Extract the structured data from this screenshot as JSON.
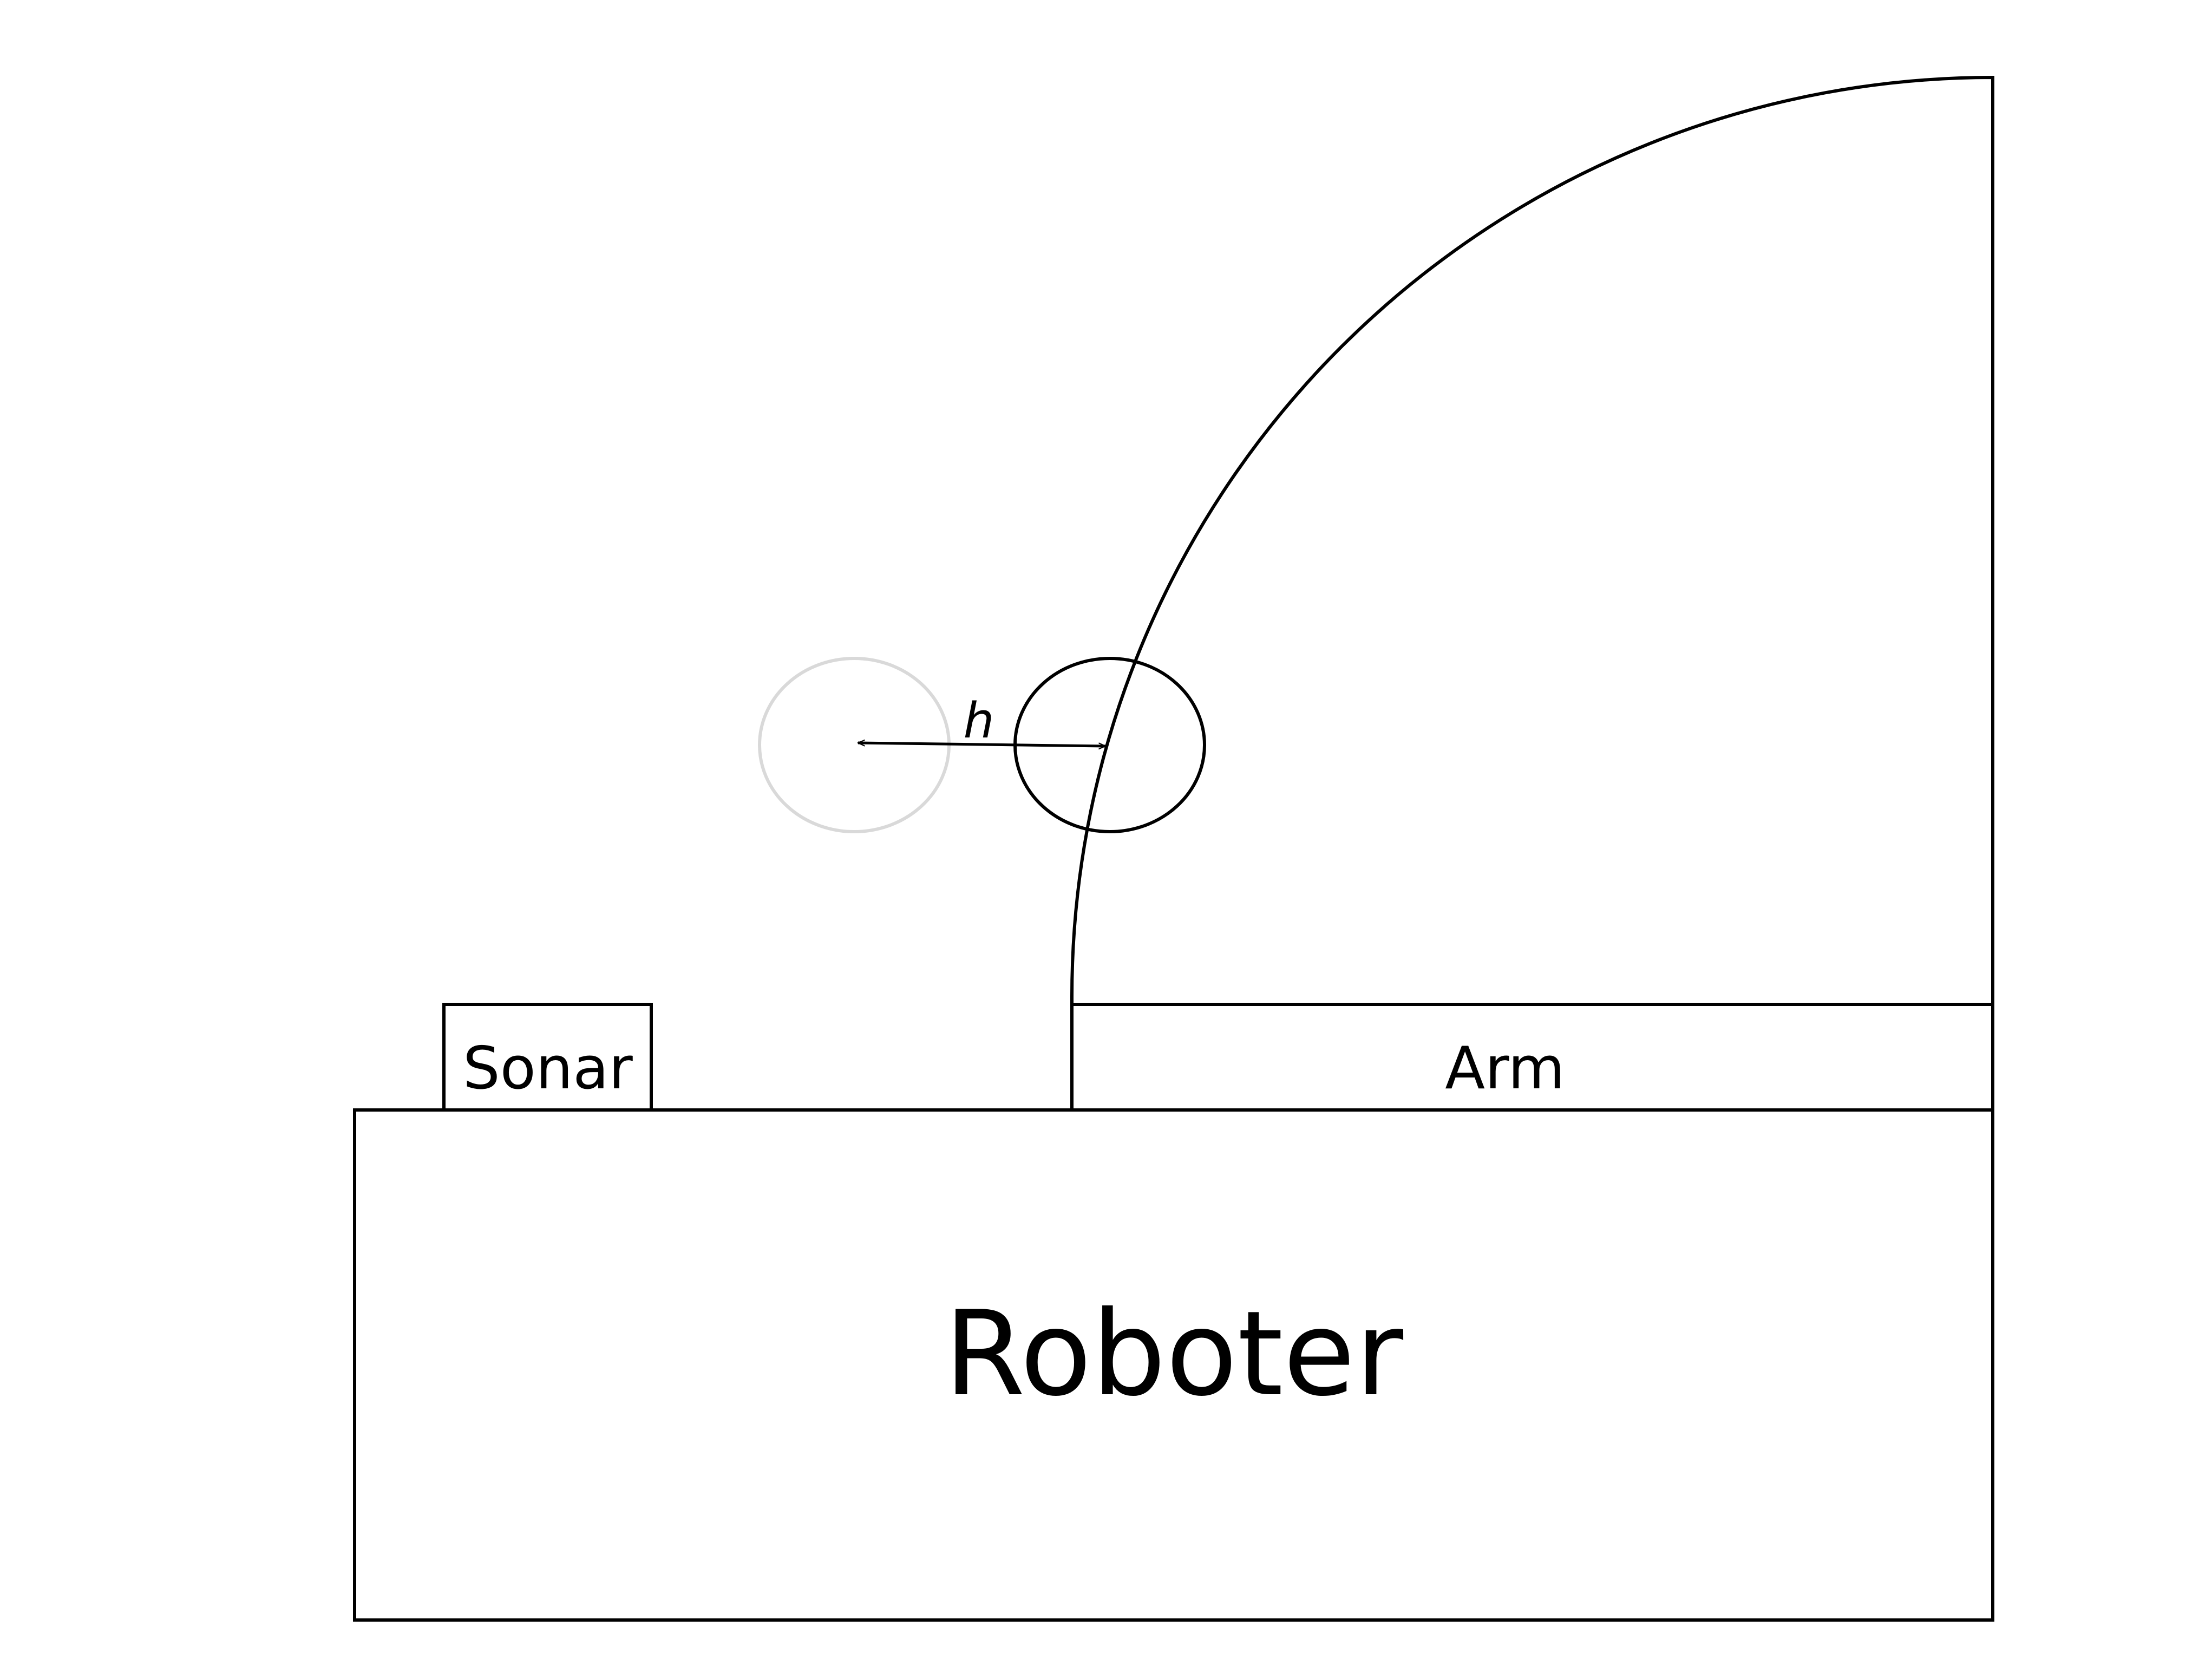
{
  "labels": {
    "sonar": "Sonar",
    "arm": "Arm",
    "robot": "Roboter",
    "distance": "h"
  },
  "colors": {
    "line": "#000000",
    "ghost_object": "#d9d9d9",
    "background": "#ffffff"
  }
}
